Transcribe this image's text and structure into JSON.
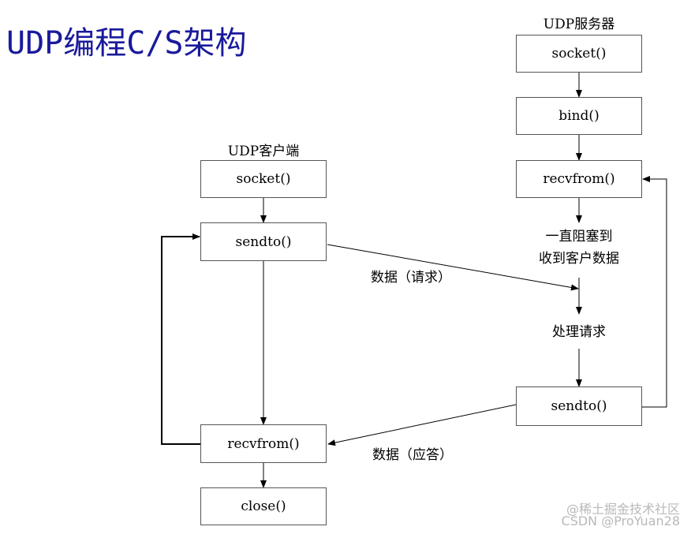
{
  "title": "UDP编程C/S架构",
  "server": {
    "header": "UDP服务器",
    "steps": [
      "socket()",
      "bind()",
      "recvfrom()",
      "sendto()"
    ],
    "block_note_line1": "一直阻塞到",
    "block_note_line2": "收到客户数据",
    "process": "处理请求"
  },
  "client": {
    "header": "UDP客户端",
    "steps": [
      "socket()",
      "sendto()",
      "recvfrom()",
      "close()"
    ]
  },
  "flows": {
    "request": "数据（请求）",
    "response": "数据（应答）"
  },
  "watermark": {
    "line1": "@稀土掘金技术社区",
    "line2": "CSDN @ProYuan28"
  }
}
